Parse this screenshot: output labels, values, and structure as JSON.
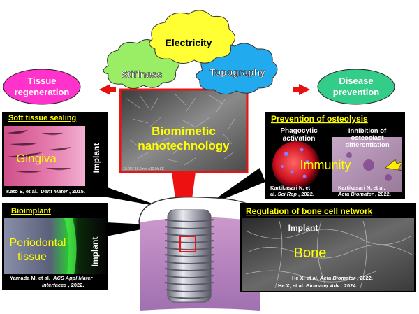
{
  "center": {
    "title_line1": "Biomimetic",
    "title_line2": "nanotechnology",
    "sem_scale_text": "10.0kV 15.0mm x10.0k SE"
  },
  "clouds": {
    "electricity": "Electricity",
    "stiffness": "Stiffness",
    "topography": "Topography"
  },
  "left_bubble": {
    "line1": "Tissue",
    "line2": "regeneration"
  },
  "right_bubble": {
    "line1": "Disease",
    "line2": "prevention"
  },
  "panel_soft_tissue": {
    "heading": "Soft tissue sealing",
    "tissue_label": "Gingiva",
    "implant_label": "Implant",
    "citation_authors": "Kato E, et al.",
    "citation_journal": "Dent Mater",
    "citation_year": ", 2015."
  },
  "panel_bioimplant": {
    "heading": "Bioimplant",
    "tissue_label_line1": "Periodontal",
    "tissue_label_line2": "tissue",
    "implant_label": "Implant",
    "citation_line1_authors": "Yamada M, et al.",
    "citation_line1_journal": "ACS Appl Mater",
    "citation_line2_journal": "Interfaces",
    "citation_line2_year": ", 2022."
  },
  "panel_osteolysis": {
    "heading": "Prevention of osteolysis",
    "left_caption_line1": "Phagocytic",
    "left_caption_line2": "activation",
    "right_caption_line1": "Inhibition of",
    "right_caption_line2": "osteoclast",
    "right_caption_line3": "differentiation",
    "overlay_label": "Immunity",
    "citation_left_line1": "Kartikasari N, et",
    "citation_left_line2_a": "al. ",
    "citation_left_line2_journal": "Sci Rep",
    "citation_left_line2_year": ", 2022.",
    "citation_right_line1": "Kartikasari N, et al.",
    "citation_right_line2_journal": "Acta Biomater",
    "citation_right_line2_year": ", 2022."
  },
  "panel_bone": {
    "heading": "Regulation of bone cell network",
    "implant_label": "Implant",
    "tissue_label": "Bone",
    "citation_line1_authors": "He X, et al. ",
    "citation_line1_journal": "Acta Biomater",
    "citation_line1_year": ", 2022.",
    "citation_line2_authors": "He X, et al. ",
    "citation_line2_journal": "Biomater Adv",
    "citation_line2_year": ". 2024."
  },
  "colors": {
    "heading_yellow": "#ffff00",
    "cloud_yellow": "#ffff33",
    "cloud_green": "#99ee66",
    "cloud_blue": "#22aaee",
    "tissue_bubble_pink": "#ff33cc",
    "disease_bubble_green": "#33cc88",
    "arrow_red": "#e8100f",
    "center_frame_red": "#ee1111",
    "callout_black": "#000000"
  }
}
